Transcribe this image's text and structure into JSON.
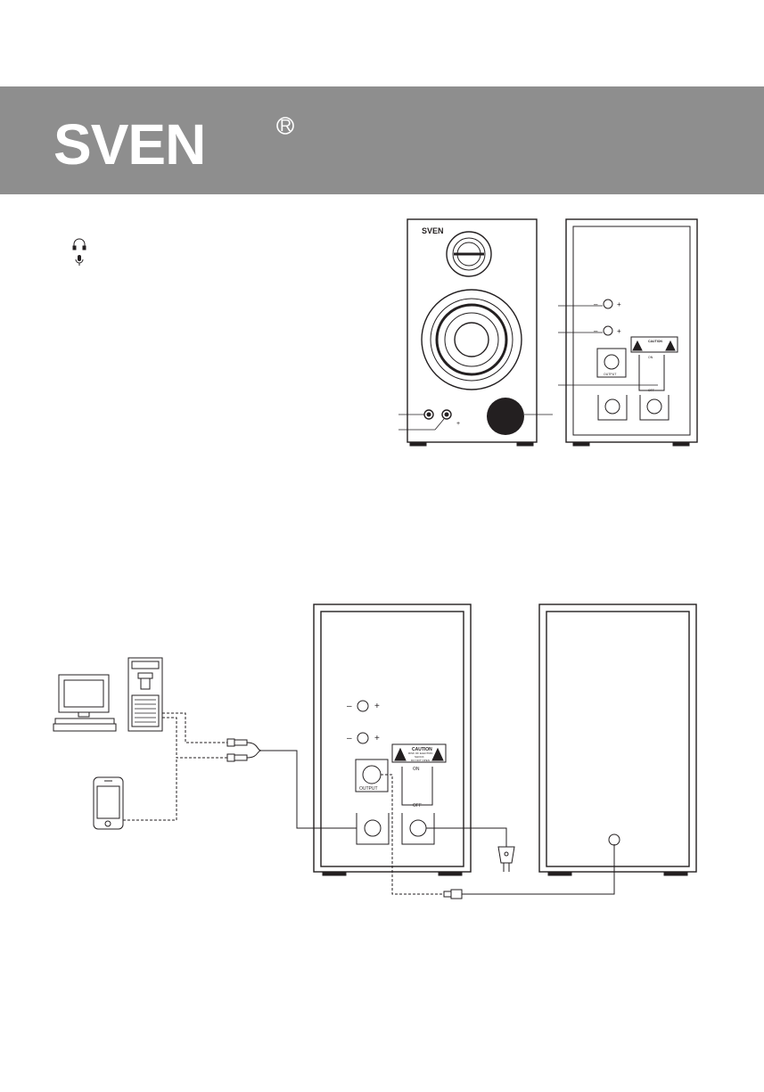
{
  "brand": {
    "logo_text": "SVEN",
    "registered_mark": "R"
  },
  "legend": {
    "headphones_icon": "headphones-icon",
    "microphone_icon": "microphone-icon"
  },
  "front_panel": {
    "logo_text": "SVEN",
    "jack_labels": [
      "+"
    ]
  },
  "back_panel": {
    "minus_label": "–",
    "plus_label": "+",
    "caution_title": "CAUTION",
    "caution_lines": [
      "RISK OF ELECTRIC",
      "SHOCK",
      "DO NOT OPEN"
    ],
    "output_label": "OUTPUT",
    "on_label": "ON",
    "off_label": "OFF"
  },
  "colors": {
    "header_band": "#8e8e8e",
    "logo": "#ffffff",
    "line": "#231f20"
  }
}
